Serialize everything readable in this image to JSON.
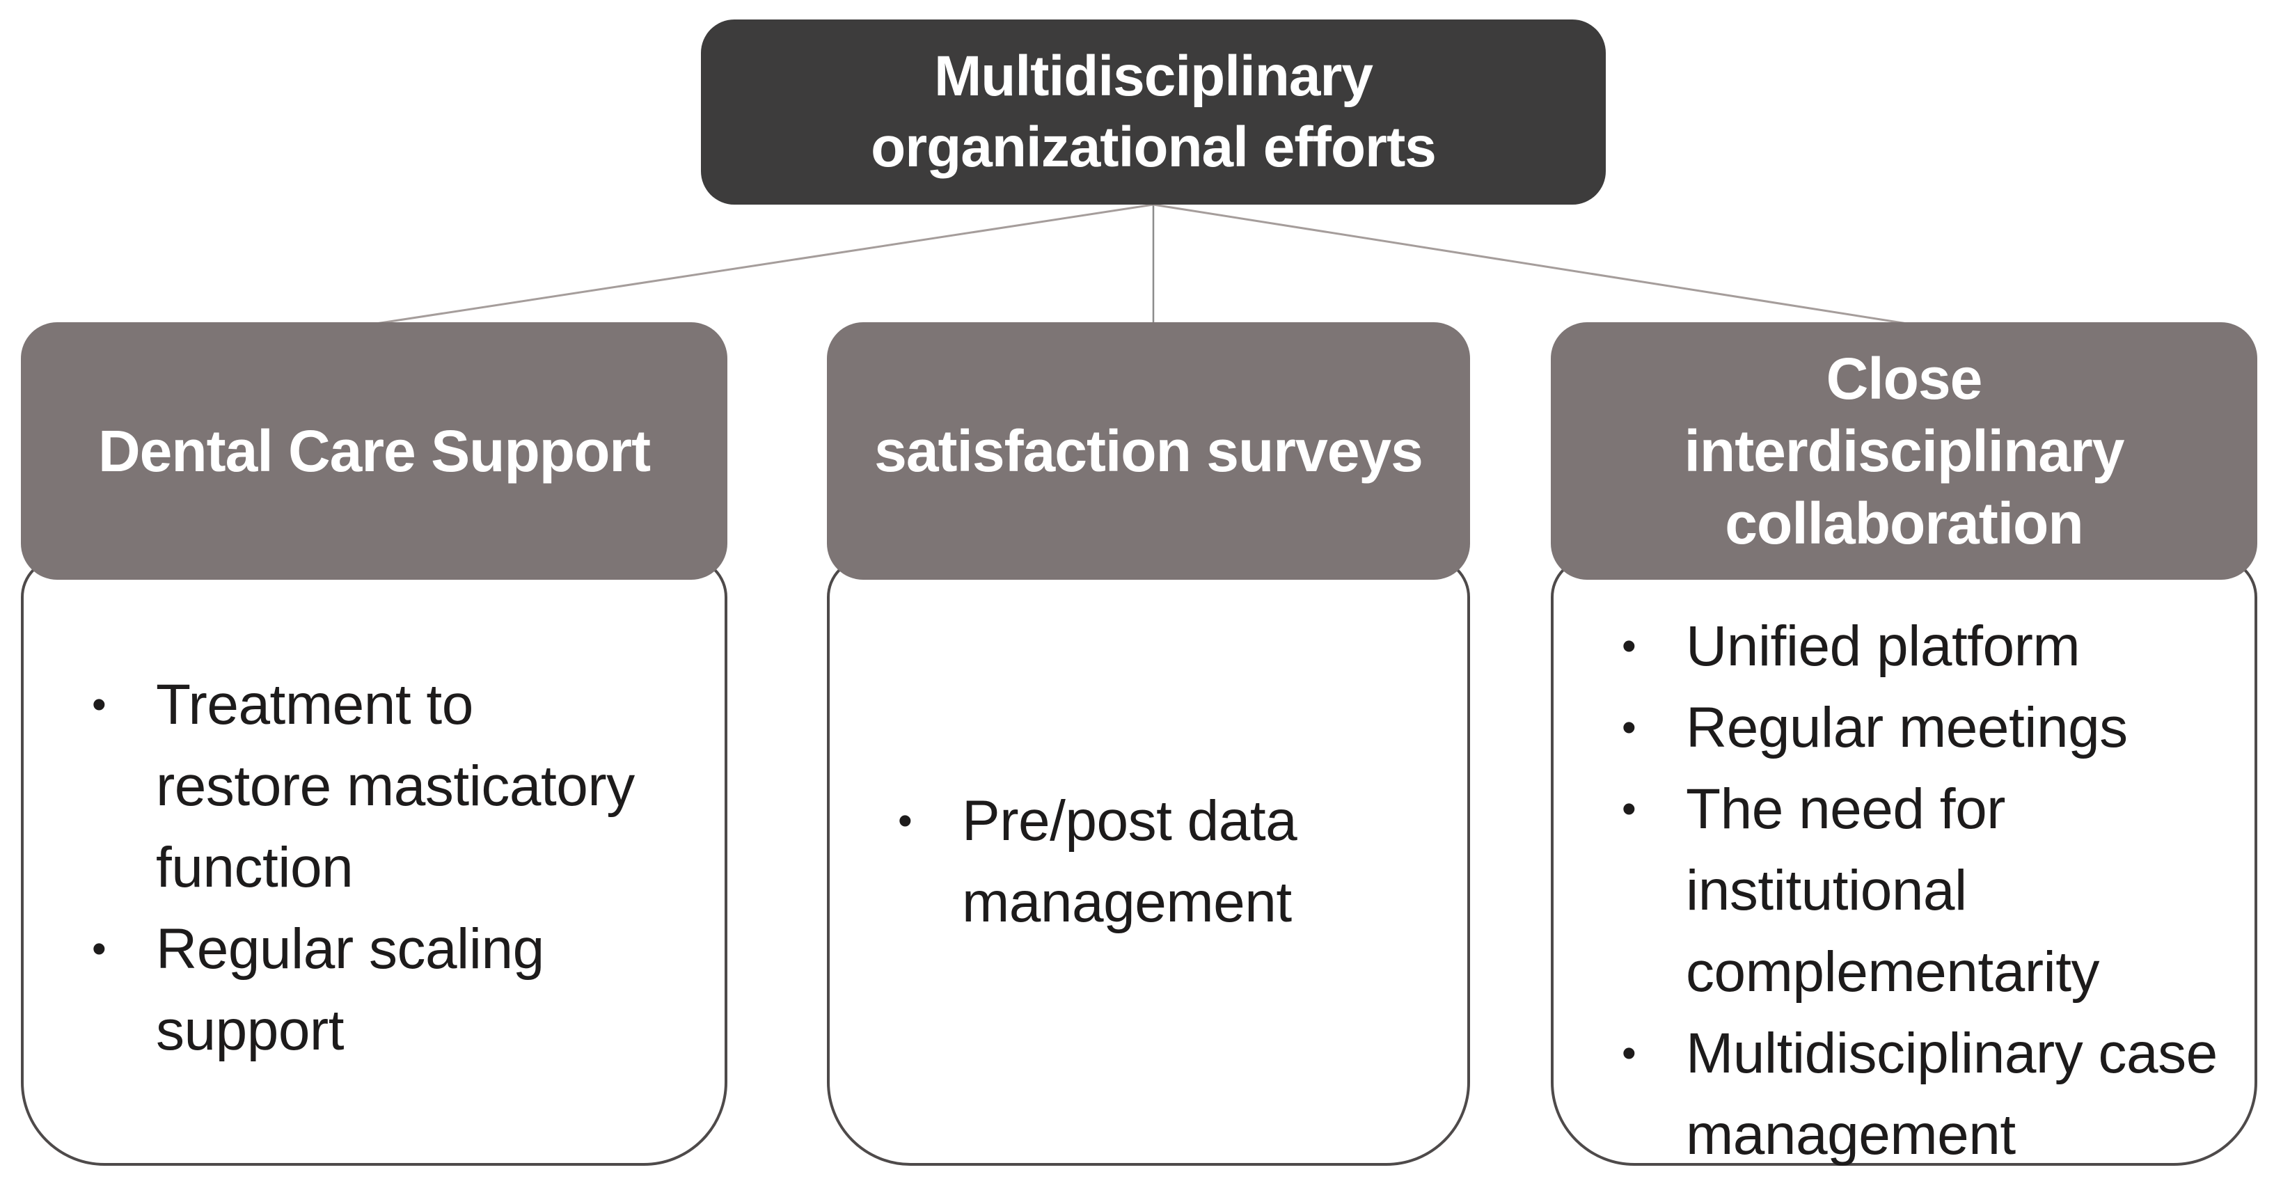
{
  "diagram": {
    "root": {
      "label": "Multidisciplinary\norganizational efforts"
    },
    "columns": [
      {
        "header": "Dental Care Support",
        "items": [
          "Treatment to restore masticatory function",
          "Regular scaling support"
        ]
      },
      {
        "header": "satisfaction surveys",
        "items": [
          "Pre/post data management"
        ]
      },
      {
        "header": "Close\ninterdisciplinary\ncollaboration",
        "items": [
          "Unified platform",
          "Regular meetings",
          "The need for institutional complementarity",
          "Multidisciplinary case management"
        ]
      }
    ]
  },
  "colors": {
    "top_box_bg": "#3d3c3c",
    "header_bg": "#7d7575",
    "header_text": "#ffffff",
    "body_bg": "#ffffff",
    "body_border": "#4e4a4a",
    "body_text": "#1d1b1b",
    "connector": "#a59d9b"
  }
}
